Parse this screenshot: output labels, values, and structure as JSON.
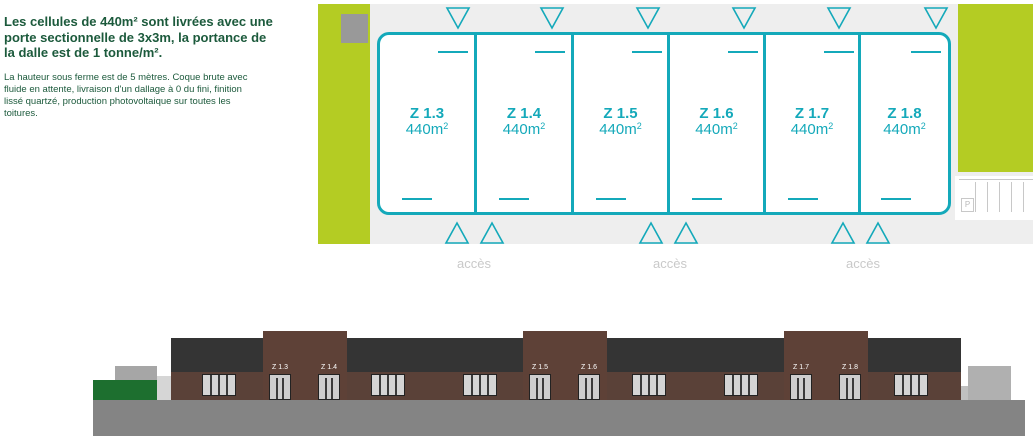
{
  "intro": {
    "title": "Les cellules de 440m² sont livrées avec une porte sectionnelle de 3x3m, la portance de la dalle est de 1 tonne/m².",
    "body": "La hauteur sous ferme est de 5 mètres. Coque brute avec fluide en attente, livraison d'un dallage à 0 du fini, finition lissé quartzé, production photovoltaique sur toutes les toitures."
  },
  "colors": {
    "accent": "#14a9ba",
    "lime": "#b4cc23",
    "text_green": "#1c5a3c",
    "brick": "#5a4138",
    "roof": "#343434"
  },
  "plan": {
    "cells": [
      {
        "name": "Z 1.3",
        "area": "440m",
        "area_sup": "2"
      },
      {
        "name": "Z 1.4",
        "area": "440m",
        "area_sup": "2"
      },
      {
        "name": "Z 1.5",
        "area": "440m",
        "area_sup": "2"
      },
      {
        "name": "Z 1.6",
        "area": "440m",
        "area_sup": "2"
      },
      {
        "name": "Z 1.7",
        "area": "440m",
        "area_sup": "2"
      },
      {
        "name": "Z 1.8",
        "area": "440m",
        "area_sup": "2"
      }
    ],
    "access_labels": [
      "accès",
      "accès",
      "accès"
    ],
    "parking_symbol": "P"
  },
  "elevation": {
    "labels": [
      "Z 1.3",
      "Z 1.4",
      "Z 1.5",
      "Z 1.6",
      "Z 1.7",
      "Z 1.8"
    ]
  }
}
